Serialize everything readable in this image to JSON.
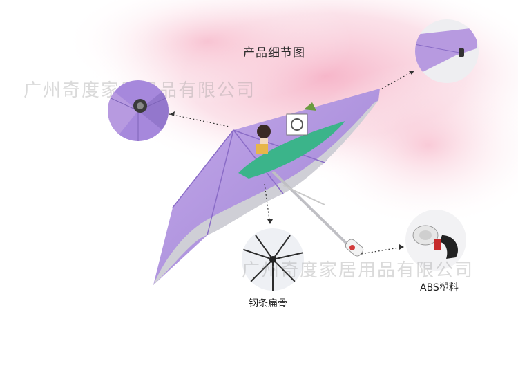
{
  "title": "产品细节图",
  "watermark": "广州奇度家居用品有限公司",
  "labels": {
    "ribs": "钢条扁骨",
    "handle": "ABS塑料"
  },
  "colors": {
    "canopy": "#b79ae0",
    "canopy_dark": "#9c7fd1",
    "pink_wash": "#f7c6d6",
    "frame": "#c9c9c9"
  }
}
